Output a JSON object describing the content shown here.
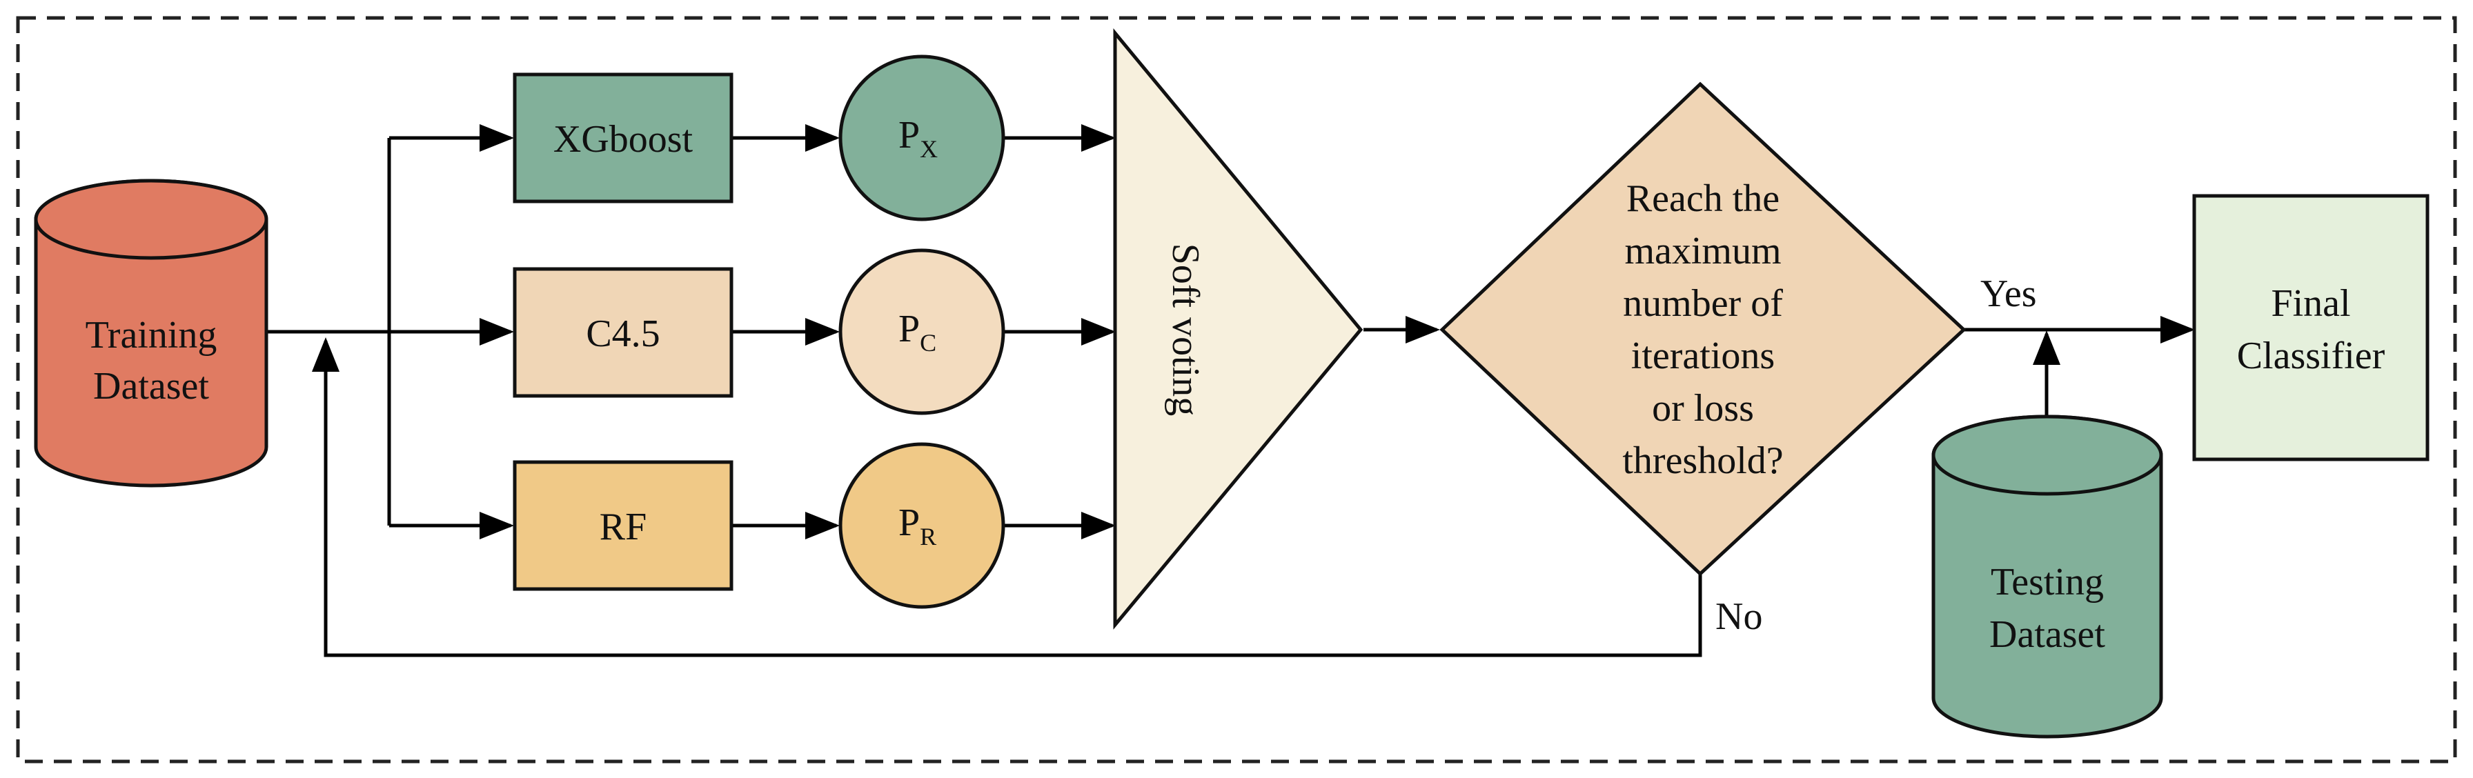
{
  "nodes": {
    "training_dataset": {
      "lines": [
        "Training",
        "Dataset"
      ],
      "color": "#E07B62"
    },
    "xgboost": {
      "label": "XGboost",
      "color": "#82B09A"
    },
    "c45": {
      "label": "C4.5",
      "color": "#F0D6B6"
    },
    "rf": {
      "label": "RF",
      "color": "#F0C987"
    },
    "p_x": {
      "main": "P",
      "sub": "X",
      "color": "#82B09A"
    },
    "p_c": {
      "main": "P",
      "sub": "C",
      "color": "#F3DCBF"
    },
    "p_r": {
      "main": "P",
      "sub": "R",
      "color": "#F0C987"
    },
    "soft_voting": {
      "label": "Soft voting",
      "color": "#F7F0DD"
    },
    "decision": {
      "lines": [
        "Reach the",
        "maximum",
        "number of",
        "iterations",
        "or loss",
        "threshold?"
      ],
      "color": "#F0D5B5"
    },
    "final_classifier": {
      "lines": [
        "Final",
        "Classifier"
      ],
      "color": "#E5F0DC"
    },
    "testing_dataset": {
      "lines": [
        "Testing",
        "Dataset"
      ],
      "color": "#82B09A"
    }
  },
  "edge_labels": {
    "yes": "Yes",
    "no": "No"
  }
}
